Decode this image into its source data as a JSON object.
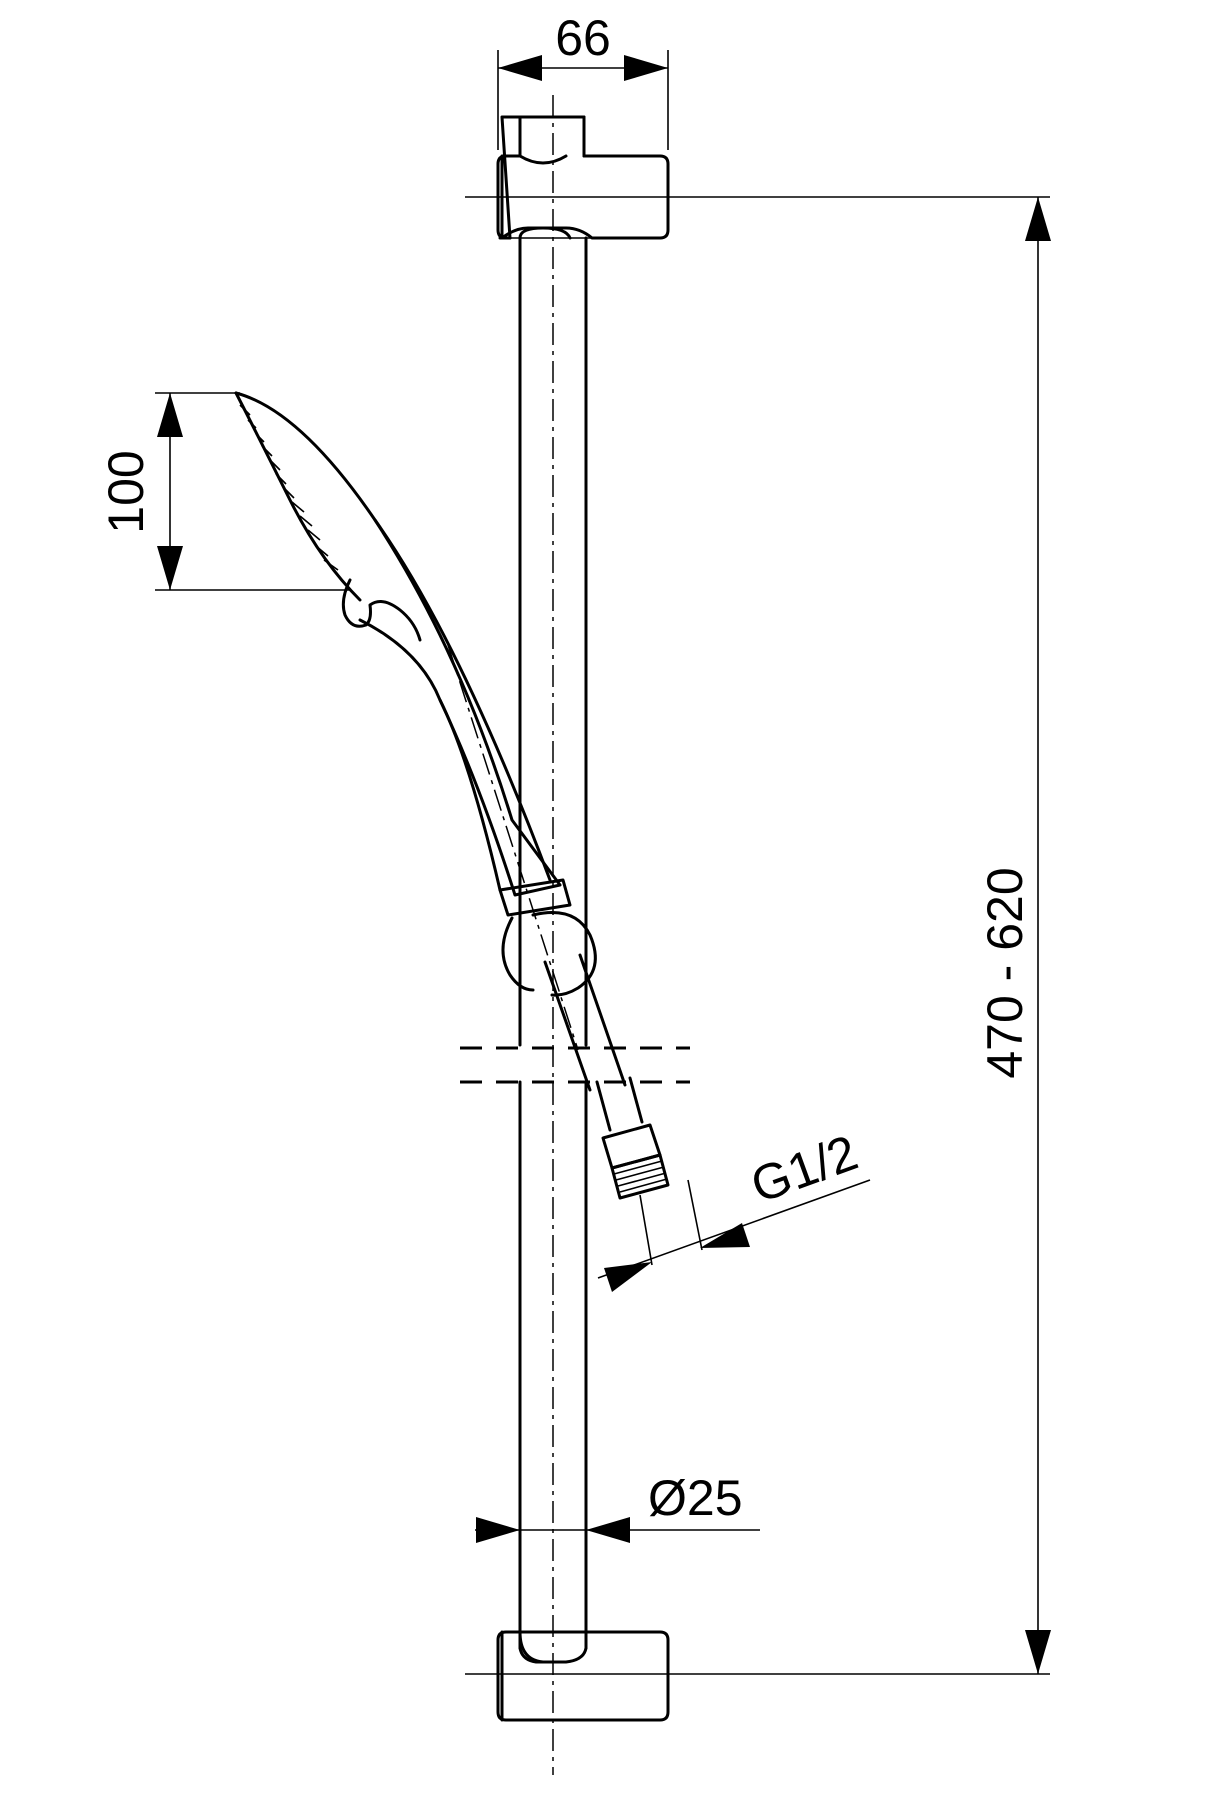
{
  "dimensions": {
    "bracket_width": "66",
    "handshower_head": "100",
    "rail_length": "470 - 620",
    "hose_thread": "G1/2",
    "rail_diameter": "Ø25"
  }
}
